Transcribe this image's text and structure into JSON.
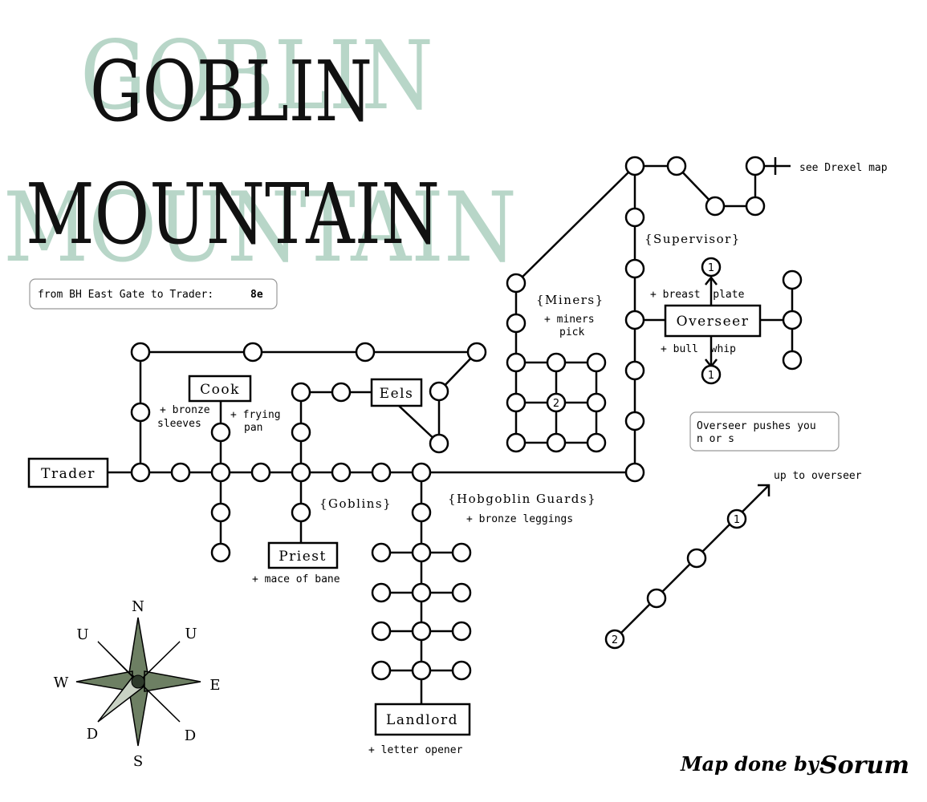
{
  "title": {
    "line1": "GOBLIN",
    "line2": "MOUNTAIN"
  },
  "info": {
    "directions_label": "from BH East Gate to Trader:",
    "directions_value": "8e",
    "overseer_note_line1": "Overseer pushes you",
    "overseer_note_line2": "n or s",
    "up_note": "up to overseer",
    "exit_note": "see Drexel map"
  },
  "areas": {
    "miners": "{Miners}",
    "supervisor": "{Supervisor}",
    "goblins": "{Goblins}",
    "hobgoblin_guards": "{Hobgoblin Guards}"
  },
  "npcs": {
    "trader": "Trader",
    "cook": "Cook",
    "eels": "Eels",
    "priest": "Priest",
    "overseer": "Overseer",
    "landlord": "Landlord"
  },
  "items": {
    "bronze_sleeves_1": "+ bronze",
    "bronze_sleeves_2": "sleeves",
    "frying_pan_1": "+ frying",
    "frying_pan_2": "pan",
    "mace_of_bane": "+ mace of bane",
    "miners_pick_1": "+ miners",
    "miners_pick_2": "pick",
    "bronze_leggings": "+ bronze leggings",
    "breast_plate": "+ breast  plate",
    "bull_whip": "+ bull  whip",
    "letter_opener": "+ letter opener"
  },
  "room_numbers": {
    "one": "1",
    "two": "2"
  },
  "compass": {
    "north": "N",
    "south": "S",
    "east": "E",
    "west": "W",
    "up_left": "U",
    "up_right": "U",
    "down_left": "D",
    "down_right": "D"
  },
  "credit": {
    "label": "Map done by:",
    "author": "Sorum"
  },
  "colors": {
    "shadow": "#b8d6c8",
    "ink": "#000000",
    "compass_fill": "#6d7f63",
    "compass_light": "#c9d2c4"
  }
}
